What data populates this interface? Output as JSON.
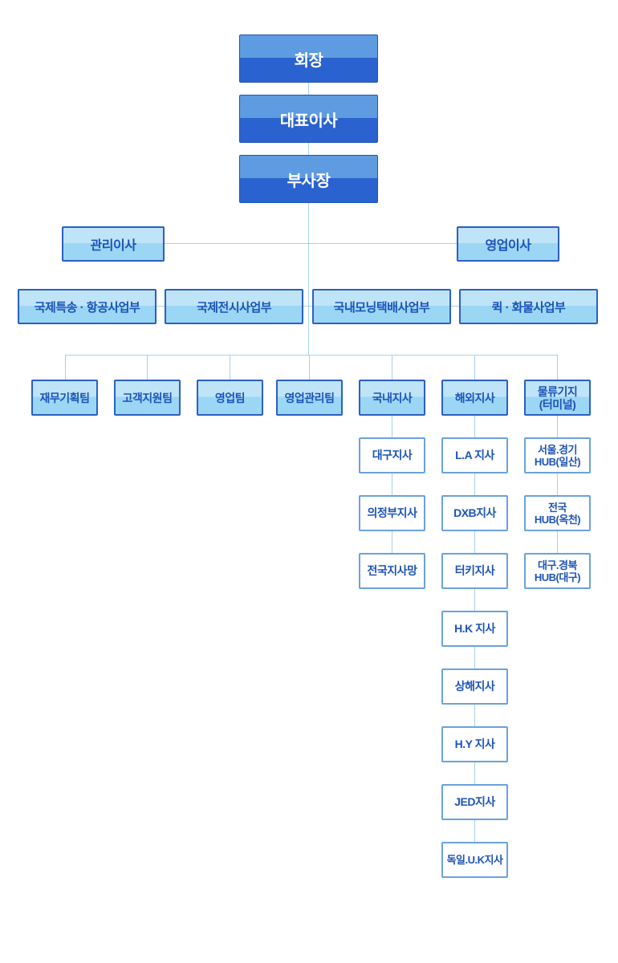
{
  "executive": {
    "chairman": "회장",
    "ceo": "대표이사",
    "vice_president": "부사장"
  },
  "directors": {
    "admin": "관리이사",
    "sales": "영업이사"
  },
  "divisions": [
    "국제특송 · 항공사업부",
    "국제전시사업부",
    "국내모닝택배사업부",
    "퀵 · 화물사업부"
  ],
  "teams": [
    "재무기획팀",
    "고객지원팀",
    "영업팀",
    "영업관리팀",
    "국내지사",
    "해외지사",
    "물류기지(터미널)"
  ],
  "domestic_branches": [
    "대구지사",
    "의정부지사",
    "전국지사망"
  ],
  "overseas_branches": [
    "L.A 지사",
    "DXB지사",
    "터키지사",
    "H.K 지사",
    "상해지사",
    "H.Y 지사",
    "JED지사",
    "독일.U.K지사"
  ],
  "logistics_bases": [
    "서울.경기 HUB(일산)",
    "전국 HUB(옥천)",
    "대구.경북 HUB(대구)"
  ],
  "colors": {
    "exec_fill_top": "#5e9be0",
    "exec_fill_bottom": "#2a62d0",
    "unit_fill": "#9cd6f5",
    "border": "#2a60c4",
    "text": "#1c53b8",
    "connector": "#a9d1ea"
  }
}
